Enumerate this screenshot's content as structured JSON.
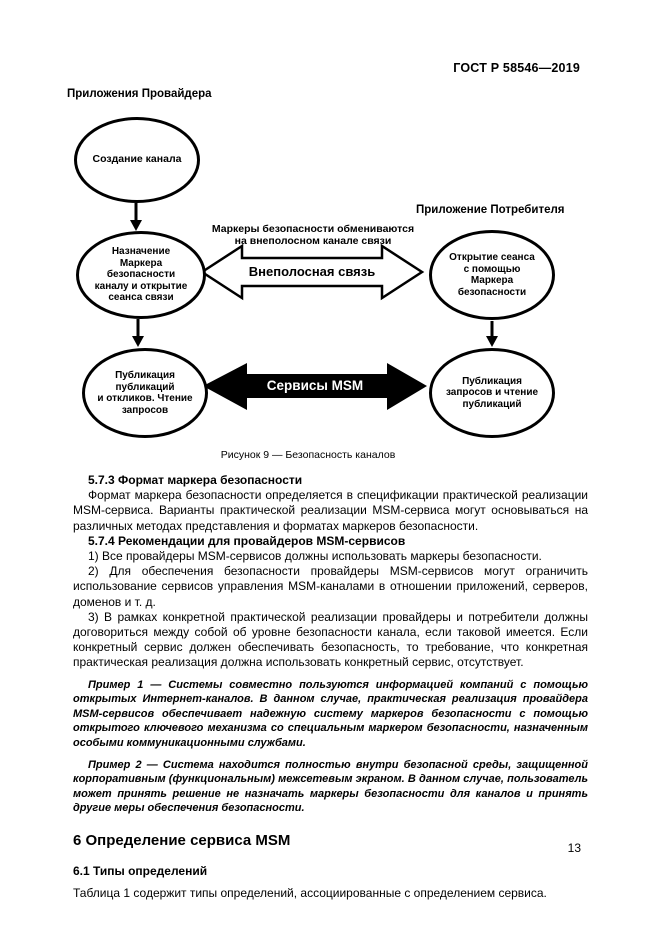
{
  "page": {
    "header": "ГОСТ Р 58546—2019",
    "number": "13"
  },
  "figure": {
    "provider_label": "Приложения Провайдера",
    "consumer_label": "Приложение Потребителя",
    "node_create_channel": "Создание канала",
    "node_assign_token": "Назначение\nМаркера\nбезопасности\nканалу и открытие\nсеанса связи",
    "node_open_session": "Открытие сеанса\nс помощью\nМаркера\nбезопасности",
    "node_publish_provider": "Публикация публикаций\nи откликов. Чтение\nзапросов",
    "node_publish_consumer": "Публикация\nзапросов и чтение\nпубликаций",
    "oob_note": "Маркеры безопасности обмениваются\nна внеполосном канале связи",
    "oob_arrow_label": "Внеполосная связь",
    "msm_arrow_label": "Сервисы MSM",
    "caption": "Рисунок 9 — Безопасность каналов"
  },
  "content": {
    "s573_heading": "5.7.3 Формат маркера безопасности",
    "s573_para": "Формат маркера безопасности определяется в спецификации практической реализации MSM-сервиса. Варианты практической реализации MSM-сервиса могут основываться на различных методах представления и форматах маркеров безопасности.",
    "s574_heading": "5.7.4 Рекомендации для провайдеров MSM-сервисов",
    "s574_item1": "1) Все провайдеры MSM-сервисов должны использовать маркеры безопасности.",
    "s574_item2": "2) Для обеспечения безопасности провайдеры MSM-сервисов могут ограничить использование сервисов управления MSM-каналами в отношении приложений, серверов, доменов и т. д.",
    "s574_item3": "3) В рамках конкретной практической реализации провайдеры и потребители должны договориться между собой об уровне безопасности канала, если таковой имеется. Если конкретный сервис должен обеспечивать безопасность, то требование, что конкретная практическая реализация должна использовать конкретный сервис, отсутствует.",
    "example1": "Пример 1 — Системы совместно пользуются информацией компаний с помощью открытых Интернет-каналов. В данном случае, практическая реализация провайдера MSM-сервисов обеспечивает надежную систему маркеров безопасности с помощью открытого ключевого механизма со специальным маркером безопасности, назначенным особыми коммуникационными службами.",
    "example2": "Пример 2 — Система находится полностью внутри безопасной среды, защищенной корпоративным (функциональным) межсетевым экраном. В данном случае, пользователь может принять решение не назначать маркеры безопасности для каналов и принять другие меры обеспечения безопасности.",
    "s6_heading": "6 Определение сервиса MSM",
    "s61_heading": "6.1 Типы определений",
    "s61_para": "Таблица 1 содержит типы определений, ассоциированные с определением сервиса."
  }
}
